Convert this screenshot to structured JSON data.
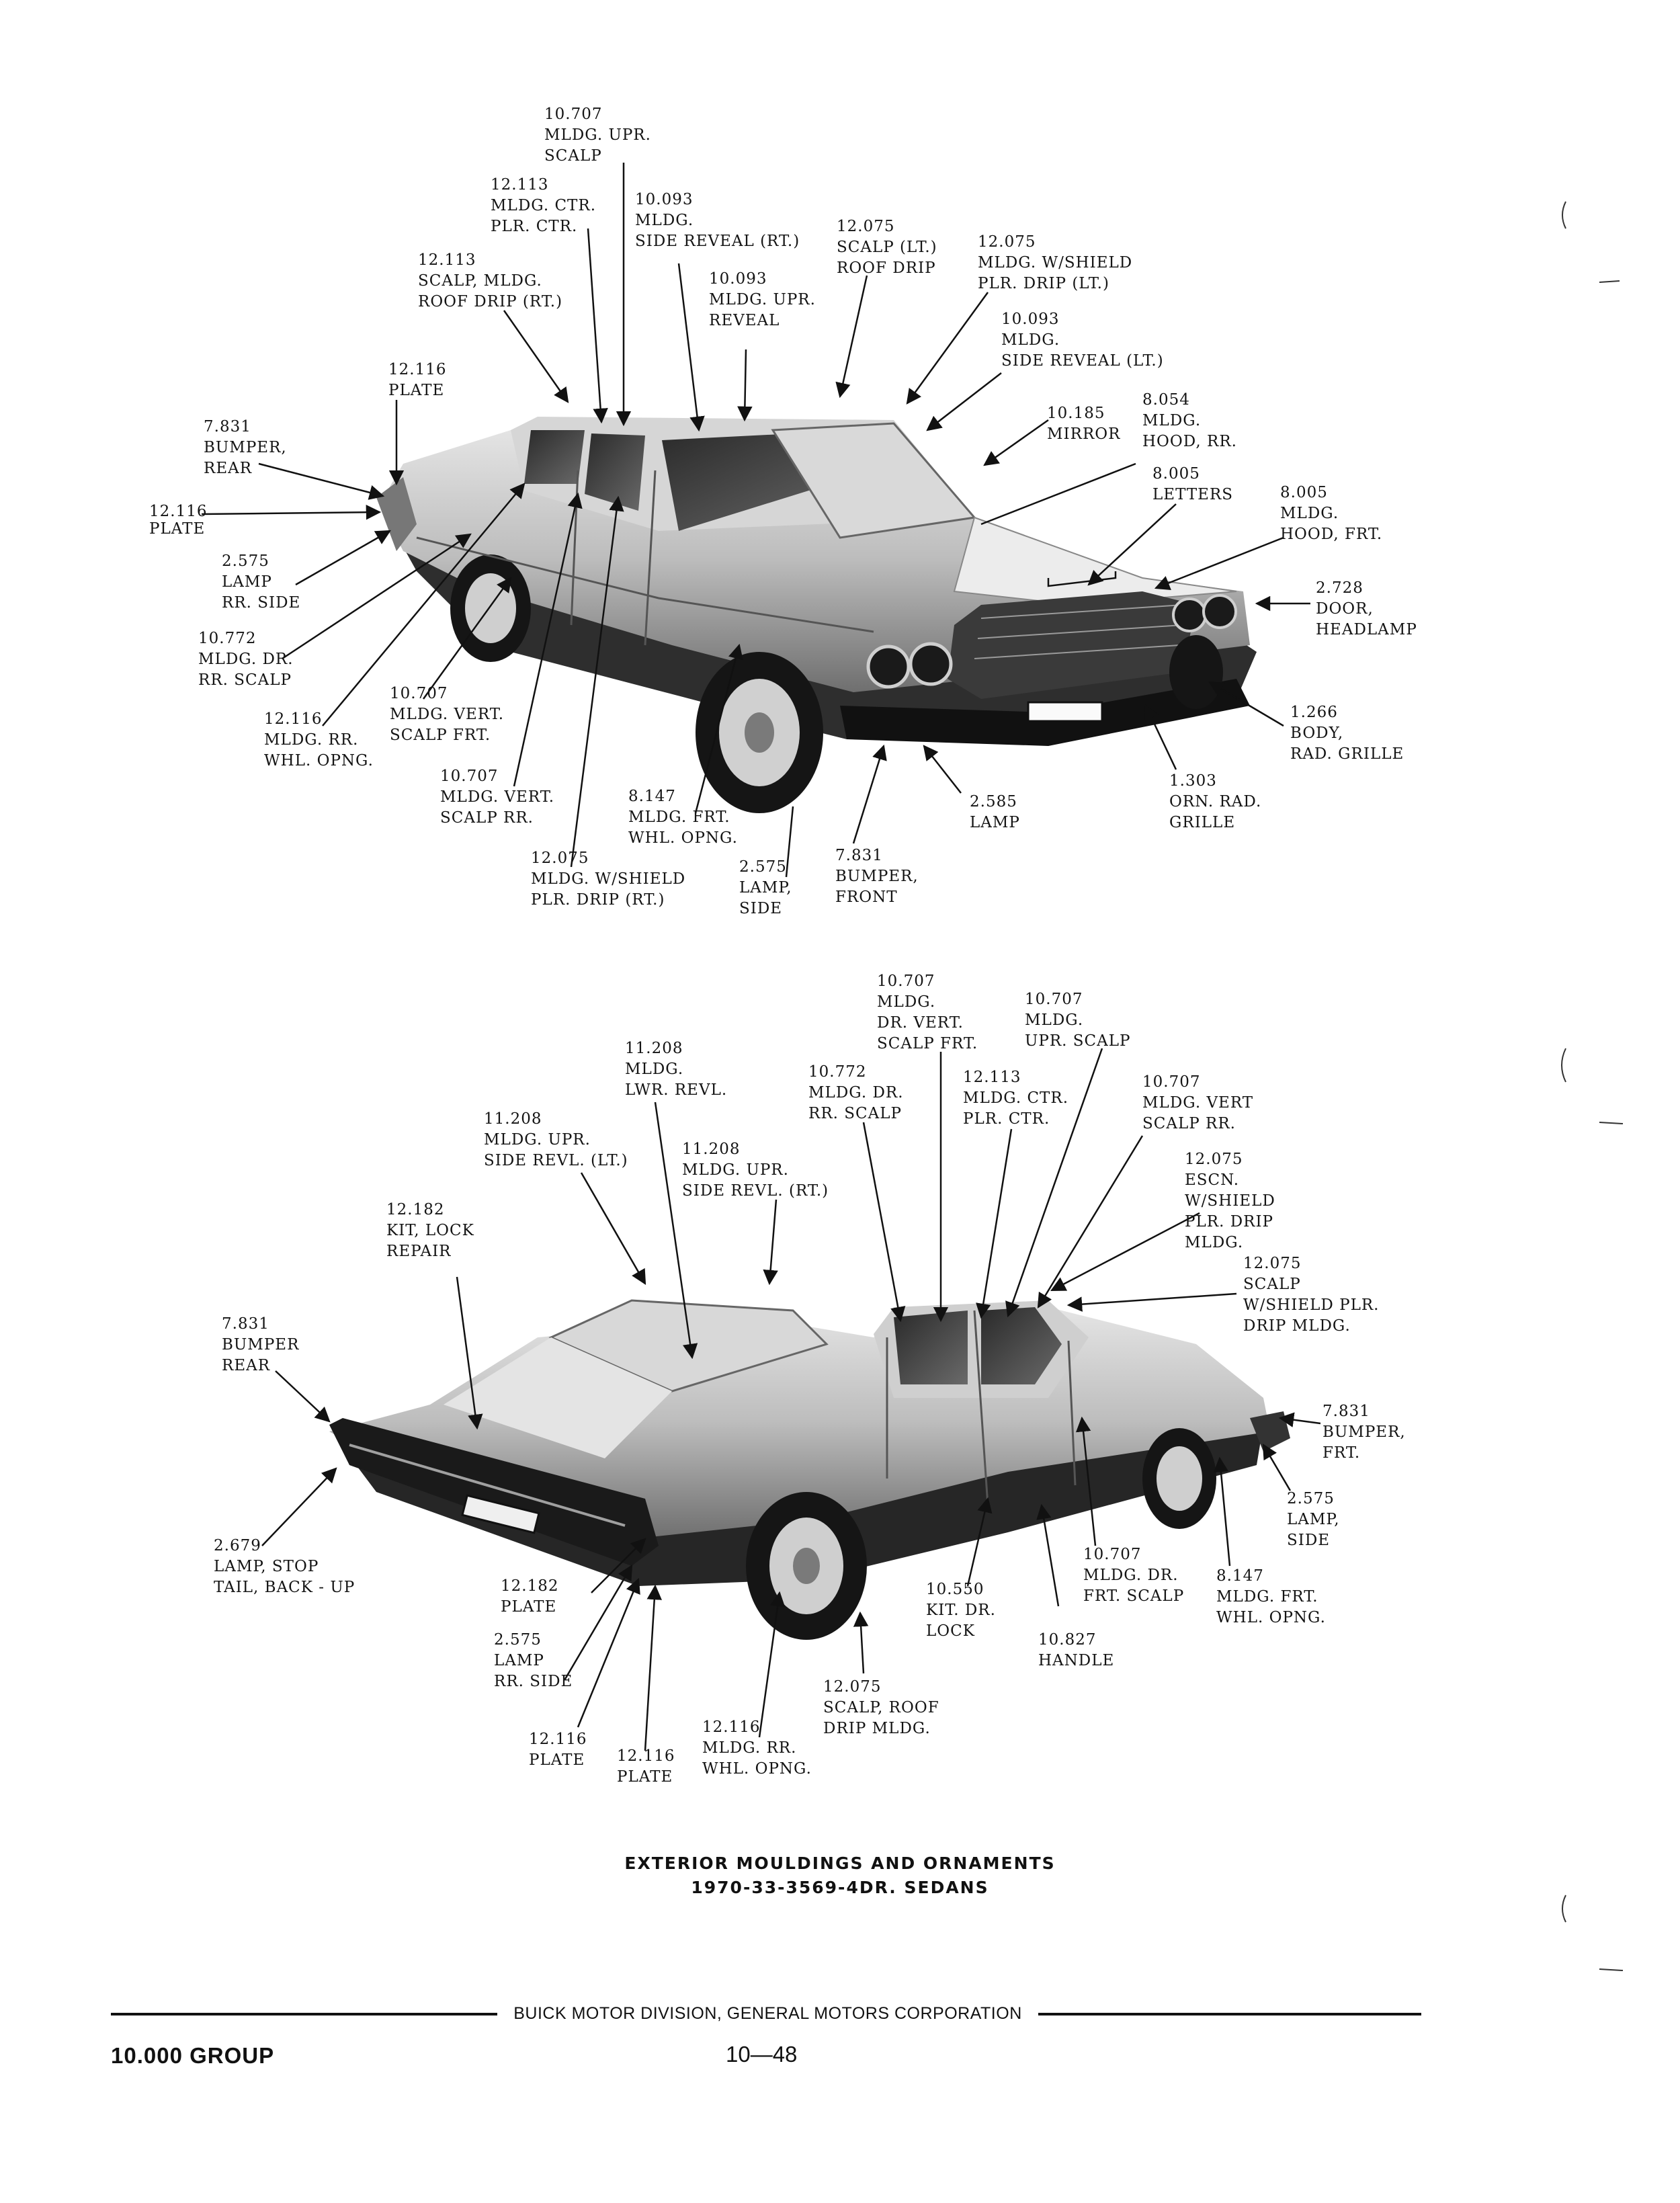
{
  "top_diagram": {
    "labels": [
      {
        "id": "t1",
        "lines": [
          "10.707",
          "MLDG. UPR.",
          "SCALP"
        ]
      },
      {
        "id": "t2",
        "lines": [
          "12.113",
          "MLDG. CTR.",
          "PLR. CTR."
        ]
      },
      {
        "id": "t3",
        "lines": [
          "10.093",
          "MLDG.",
          "SIDE REVEAL (RT.)"
        ]
      },
      {
        "id": "t4",
        "lines": [
          "12.075",
          "SCALP (LT.)",
          "ROOF DRIP"
        ]
      },
      {
        "id": "t5",
        "lines": [
          "12.075",
          "MLDG. W/SHIELD",
          "PLR. DRIP (LT.)"
        ]
      },
      {
        "id": "t6",
        "lines": [
          "12.113",
          "SCALP, MLDG.",
          "ROOF DRIP (RT.)"
        ]
      },
      {
        "id": "t7",
        "lines": [
          "10.093",
          "MLDG. UPR.",
          "REVEAL"
        ]
      },
      {
        "id": "t8",
        "lines": [
          "10.093",
          "MLDG.",
          "SIDE REVEAL (LT.)"
        ]
      },
      {
        "id": "t9",
        "lines": [
          "12.116",
          "PLATE"
        ]
      },
      {
        "id": "t10",
        "lines": [
          "10.185",
          "MIRROR"
        ]
      },
      {
        "id": "t11",
        "lines": [
          "8.054",
          "MLDG.",
          "HOOD, RR."
        ]
      },
      {
        "id": "t12",
        "lines": [
          "7.831",
          "BUMPER,",
          "REAR"
        ]
      },
      {
        "id": "t13",
        "lines": [
          "8.005",
          "LETTERS"
        ]
      },
      {
        "id": "t14",
        "lines": [
          "8.005",
          "MLDG.",
          "HOOD, FRT."
        ]
      },
      {
        "id": "t15",
        "lines": [
          "12.116",
          "",
          "PLATE"
        ]
      },
      {
        "id": "t16",
        "lines": [
          "2.575",
          "LAMP",
          "RR. SIDE"
        ]
      },
      {
        "id": "t17",
        "lines": [
          "2.728",
          "DOOR,",
          "HEADLAMP"
        ]
      },
      {
        "id": "t18",
        "lines": [
          "10.772",
          "MLDG. DR.",
          "RR. SCALP"
        ]
      },
      {
        "id": "t19",
        "lines": [
          "10.707",
          "MLDG. VERT.",
          "SCALP FRT."
        ]
      },
      {
        "id": "t20",
        "lines": [
          "12.116",
          "MLDG. RR.",
          "WHL. OPNG."
        ]
      },
      {
        "id": "t21",
        "lines": [
          "1.266",
          "BODY,",
          "RAD. GRILLE"
        ]
      },
      {
        "id": "t22",
        "lines": [
          "10.707",
          "MLDG. VERT.",
          "SCALP RR."
        ]
      },
      {
        "id": "t23",
        "lines": [
          "8.147",
          "MLDG. FRT.",
          "WHL. OPNG."
        ]
      },
      {
        "id": "t24",
        "lines": [
          "2.585",
          "LAMP"
        ]
      },
      {
        "id": "t25",
        "lines": [
          "1.303",
          "ORN. RAD.",
          "GRILLE"
        ]
      },
      {
        "id": "t26",
        "lines": [
          "12.075",
          "MLDG. W/SHIELD",
          "PLR. DRIP (RT.)"
        ]
      },
      {
        "id": "t27",
        "lines": [
          "2.575",
          "LAMP,",
          "SIDE"
        ]
      },
      {
        "id": "t28",
        "lines": [
          "7.831",
          "BUMPER,",
          "FRONT"
        ]
      }
    ]
  },
  "bottom_diagram": {
    "labels": [
      {
        "id": "b1",
        "lines": [
          "10.707",
          "MLDG.",
          "DR. VERT.",
          "SCALP FRT."
        ]
      },
      {
        "id": "b2",
        "lines": [
          "10.707",
          "MLDG.",
          "UPR. SCALP"
        ]
      },
      {
        "id": "b3",
        "lines": [
          "11.208",
          "MLDG.",
          "LWR. REVL."
        ]
      },
      {
        "id": "b4",
        "lines": [
          "10.772",
          "MLDG. DR.",
          "RR. SCALP"
        ]
      },
      {
        "id": "b5",
        "lines": [
          "12.113",
          "MLDG. CTR.",
          "PLR. CTR."
        ]
      },
      {
        "id": "b6",
        "lines": [
          "10.707",
          "MLDG. VERT",
          "SCALP RR."
        ]
      },
      {
        "id": "b7",
        "lines": [
          "11.208",
          "MLDG. UPR.",
          "SIDE REVL. (LT.)"
        ]
      },
      {
        "id": "b8",
        "lines": [
          "11.208",
          "MLDG. UPR.",
          "SIDE REVL. (RT.)"
        ]
      },
      {
        "id": "b9",
        "lines": [
          "12.075",
          "ESCN.",
          "W/SHIELD",
          "PLR. DRIP",
          "MLDG."
        ]
      },
      {
        "id": "b10",
        "lines": [
          "12.182",
          "KIT, LOCK",
          "REPAIR"
        ]
      },
      {
        "id": "b11",
        "lines": [
          "12.075",
          "SCALP",
          "W/SHIELD PLR.",
          "DRIP MLDG."
        ]
      },
      {
        "id": "b12",
        "lines": [
          "7.831",
          "BUMPER",
          "REAR"
        ]
      },
      {
        "id": "b13",
        "lines": [
          "7.831",
          "BUMPER,",
          "FRT."
        ]
      },
      {
        "id": "b14",
        "lines": [
          "2.575",
          "LAMP,",
          "SIDE"
        ]
      },
      {
        "id": "b15",
        "lines": [
          "2.679",
          "LAMP, STOP",
          "TAIL, BACK - UP"
        ]
      },
      {
        "id": "b16",
        "lines": [
          "10.707",
          "MLDG. DR.",
          "FRT. SCALP"
        ]
      },
      {
        "id": "b17",
        "lines": [
          "8.147",
          "MLDG. FRT.",
          "WHL. OPNG."
        ]
      },
      {
        "id": "b18",
        "lines": [
          "12.182",
          "PLATE"
        ]
      },
      {
        "id": "b19",
        "lines": [
          "10.550",
          "KIT. DR.",
          "LOCK"
        ]
      },
      {
        "id": "b20",
        "lines": [
          "2.575",
          "LAMP",
          "RR. SIDE"
        ]
      },
      {
        "id": "b21",
        "lines": [
          "10.827",
          "HANDLE"
        ]
      },
      {
        "id": "b22",
        "lines": [
          "12.075",
          "SCALP, ROOF",
          "DRIP MLDG."
        ]
      },
      {
        "id": "b23",
        "lines": [
          "12.116",
          "PLATE"
        ]
      },
      {
        "id": "b24",
        "lines": [
          "12.116",
          "MLDG. RR.",
          "WHL. OPNG."
        ]
      },
      {
        "id": "b25",
        "lines": [
          "12.116",
          "PLATE"
        ]
      }
    ]
  },
  "caption": {
    "line1": "EXTERIOR MOULDINGS AND ORNAMENTS",
    "line2": "1970-33-3569-4DR. SEDANS"
  },
  "footer": {
    "division": "BUICK MOTOR DIVISION, GENERAL MOTORS CORPORATION",
    "group": "10.000 GROUP",
    "page_number": "10—48"
  }
}
